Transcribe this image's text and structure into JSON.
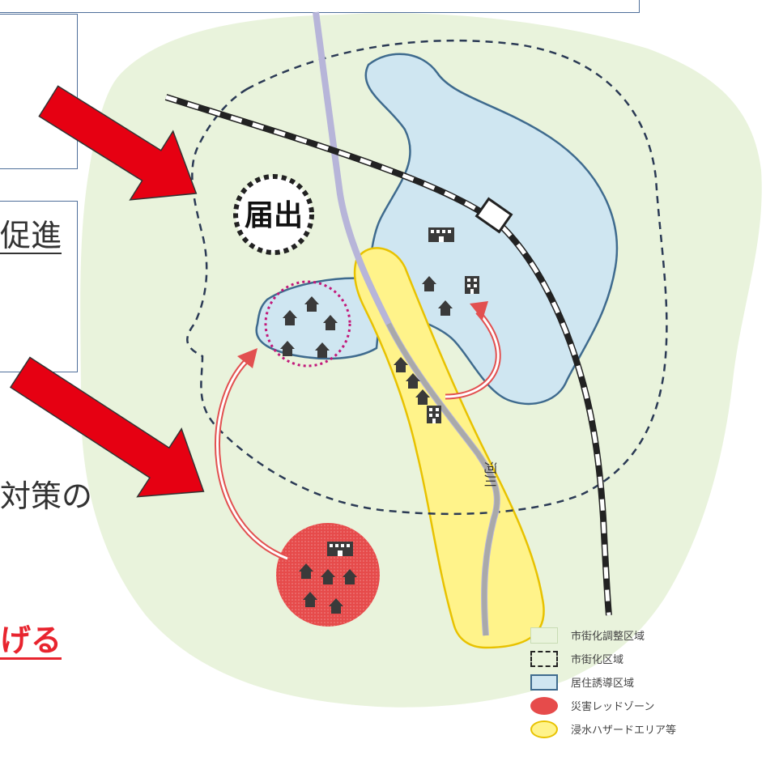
{
  "text": {
    "promote_fragment": "促進",
    "measure_fragment": "対策の",
    "red_fragment": "げる"
  },
  "map": {
    "notification_label": "届出",
    "river_label": "河川"
  },
  "legend": [
    {
      "label": "市街化調整区域",
      "swatch": "green"
    },
    {
      "label": "市街化区域",
      "swatch": "dash"
    },
    {
      "label": "居住誘導区域",
      "swatch": "blue"
    },
    {
      "label": "災害レッドゾーン",
      "swatch": "red"
    },
    {
      "label": "浸水ハザードエリア等",
      "swatch": "yellow"
    }
  ],
  "colors": {
    "urbanization_control": "#e9f3dc",
    "residence_induction": "#cfe6f1",
    "red_zone": "#e64b4b",
    "flood_hazard": "#fff38a",
    "arrow": "#e60012",
    "river": "#b7b5d9"
  }
}
